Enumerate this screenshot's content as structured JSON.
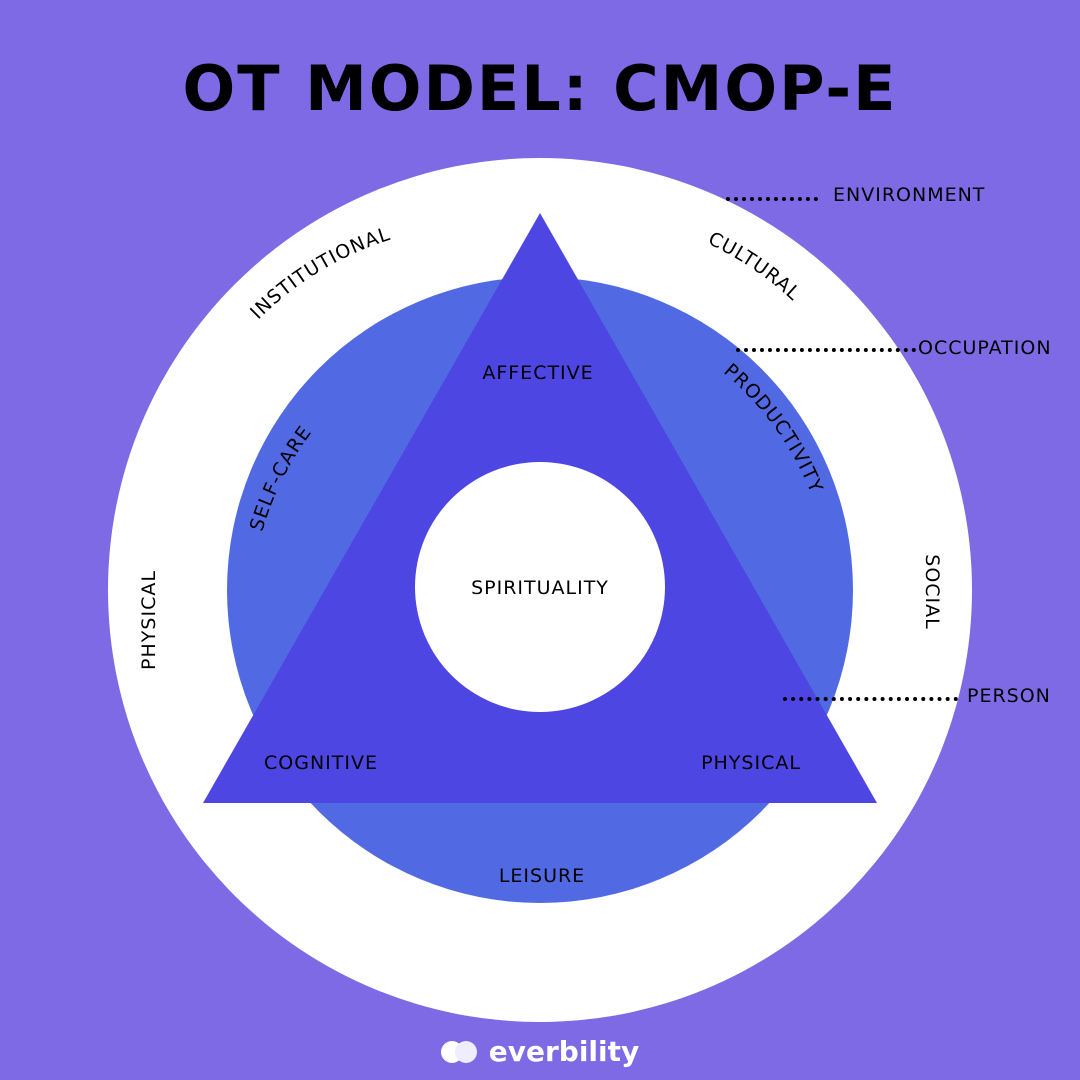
{
  "title": "OT MODEL: CMOP-E",
  "colors": {
    "background": "#7d6ae4",
    "outer_circle": "#ffffff",
    "occupation_circle": "#516ae3",
    "person_triangle": "#4e46e2",
    "spirituality_circle": "#ffffff",
    "text": "#000000"
  },
  "environment": {
    "label": "ENVIRONMENT",
    "items": [
      "INSTITUTIONAL",
      "CULTURAL",
      "PHYSICAL",
      "SOCIAL"
    ]
  },
  "occupation": {
    "label": "OCCUPATION",
    "items": [
      "SELF-CARE",
      "PRODUCTIVITY",
      "LEISURE"
    ]
  },
  "person": {
    "label": "PERSON",
    "items": [
      "AFFECTIVE",
      "COGNITIVE",
      "PHYSICAL"
    ]
  },
  "core": {
    "label": "SPIRITUALITY"
  },
  "brand": {
    "name": "everbility"
  }
}
